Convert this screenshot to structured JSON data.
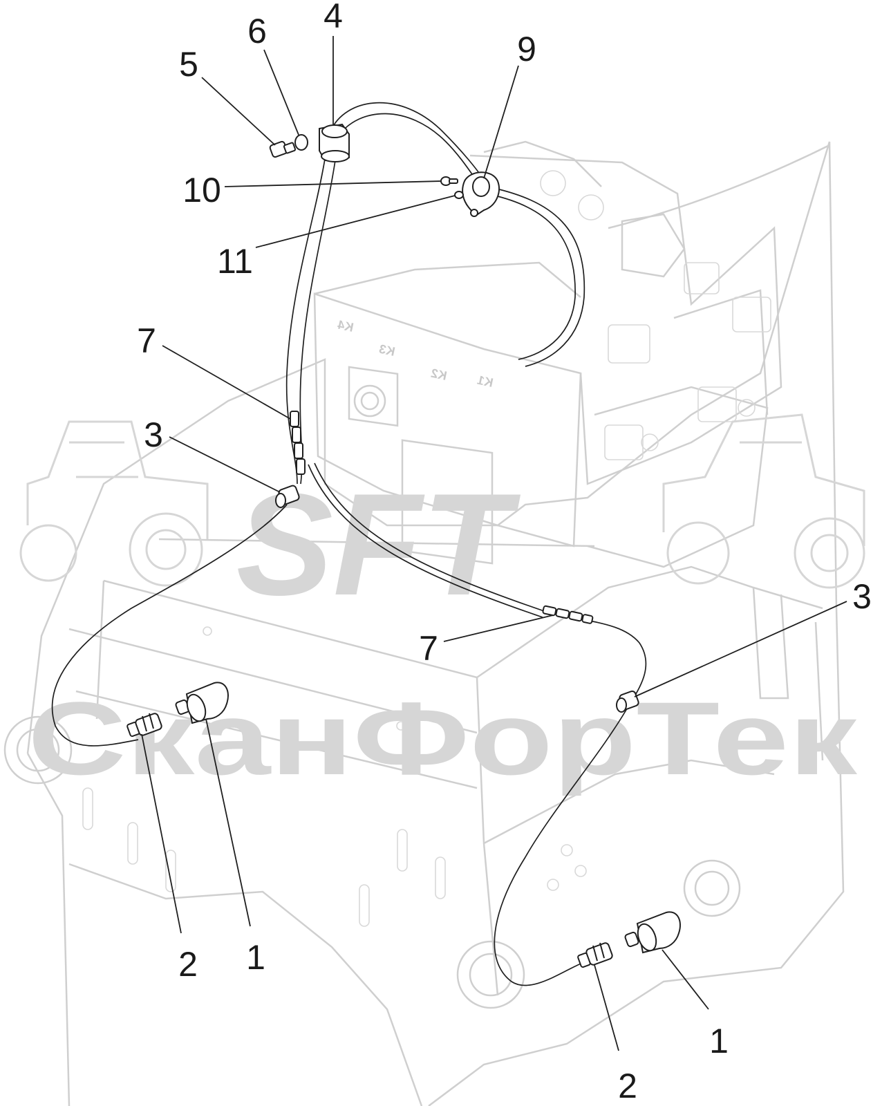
{
  "watermark": {
    "logo_text": "SFT",
    "brand_text": "СканФорТек",
    "color": "#d6d6d6"
  },
  "module_labels": [
    "K1",
    "K2",
    "K3",
    "K4"
  ],
  "callouts": [
    {
      "id": "c4",
      "label": "4"
    },
    {
      "id": "c6",
      "label": "6"
    },
    {
      "id": "c5",
      "label": "5"
    },
    {
      "id": "c9",
      "label": "9"
    },
    {
      "id": "c10",
      "label": "10"
    },
    {
      "id": "c11",
      "label": "11"
    },
    {
      "id": "c7a",
      "label": "7"
    },
    {
      "id": "c3a",
      "label": "3"
    },
    {
      "id": "c3b",
      "label": "3"
    },
    {
      "id": "c7b",
      "label": "7"
    },
    {
      "id": "c2a",
      "label": "2"
    },
    {
      "id": "c1a",
      "label": "1"
    },
    {
      "id": "c1b",
      "label": "1"
    },
    {
      "id": "c2b",
      "label": "2"
    }
  ]
}
